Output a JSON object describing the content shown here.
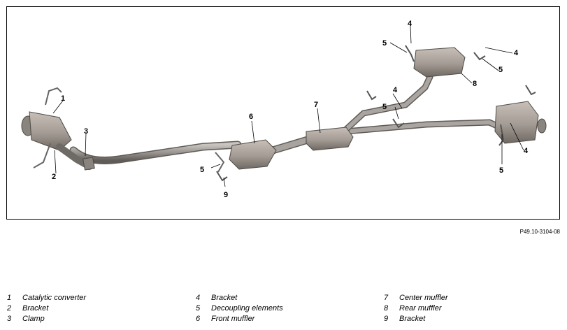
{
  "diagram": {
    "reference_code": "P49.10-3104-08",
    "callouts": [
      {
        "id": "c1",
        "text": "1"
      },
      {
        "id": "c2",
        "text": "2"
      },
      {
        "id": "c3",
        "text": "3"
      },
      {
        "id": "c4a",
        "text": "4"
      },
      {
        "id": "c4b",
        "text": "4"
      },
      {
        "id": "c4c",
        "text": "4"
      },
      {
        "id": "c4d",
        "text": "4"
      },
      {
        "id": "c5a",
        "text": "5"
      },
      {
        "id": "c5b",
        "text": "5"
      },
      {
        "id": "c5c",
        "text": "5"
      },
      {
        "id": "c5d",
        "text": "5"
      },
      {
        "id": "c5e",
        "text": "5"
      },
      {
        "id": "c6",
        "text": "6"
      },
      {
        "id": "c7",
        "text": "7"
      },
      {
        "id": "c8",
        "text": "8"
      },
      {
        "id": "c9",
        "text": "9"
      }
    ]
  },
  "legend": [
    {
      "num": "1",
      "label": "Catalytic converter"
    },
    {
      "num": "2",
      "label": "Bracket"
    },
    {
      "num": "3",
      "label": "Clamp"
    },
    {
      "num": "4",
      "label": "Bracket"
    },
    {
      "num": "5",
      "label": "Decoupling elements"
    },
    {
      "num": "6",
      "label": "Front muffler"
    },
    {
      "num": "7",
      "label": "Center muffler"
    },
    {
      "num": "8",
      "label": "Rear muffler"
    },
    {
      "num": "9",
      "label": "Bracket"
    }
  ],
  "colors": {
    "pipe": "#9a9590",
    "pipe_dark": "#6e6a66",
    "muffler": "#a39b94",
    "muffler_dark": "#7c756f"
  }
}
